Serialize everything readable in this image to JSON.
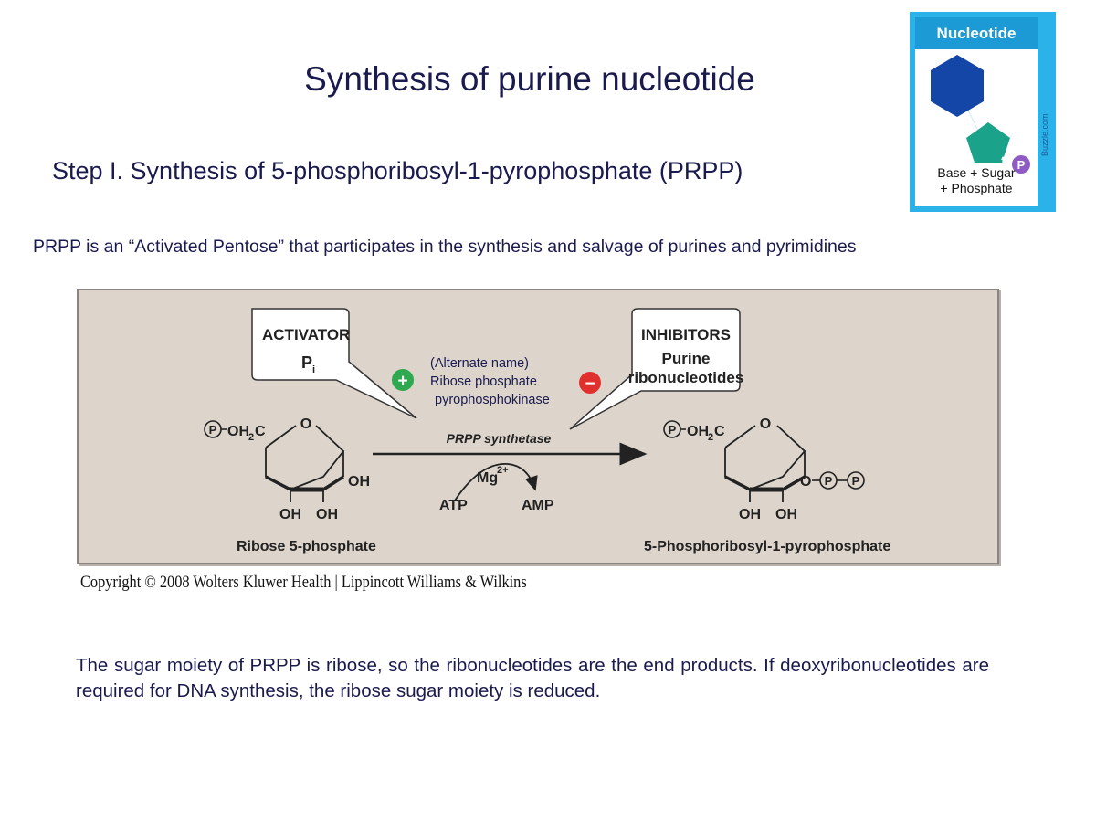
{
  "title": "Synthesis of purine nucleotide",
  "step_heading": "Step I. Synthesis of 5-phosphoribosyl-1-pyrophosphate (PRPP)",
  "intro_text": "PRPP is an “Activated Pentose” that participates in the synthesis and salvage of purines and pyrimidines",
  "nucleotide_card": {
    "title": "Nucleotide",
    "phosphate_symbol": "P",
    "caption_line1": "Base + Sugar",
    "caption_line2": "+ Phosphate",
    "watermark": "Buzzle.com",
    "colors": {
      "frame": "#2bb3e9",
      "base": "#1446a8",
      "sugar": "#1aa38a",
      "phosphate": "#8e5bc4"
    }
  },
  "diagram": {
    "activator_label": "ACTIVATOR",
    "activator_value": "P",
    "activator_subscript": "i",
    "inhibitors_label": "INHIBITORS",
    "inhibitors_value_line1": "Purine",
    "inhibitors_value_line2": "ribonucleotides",
    "plus_symbol": "+",
    "minus_symbol": "−",
    "alt_name_line1": "(Alternate name)",
    "alt_name_line2": "Ribose phosphate",
    "alt_name_line3": "pyrophosphokinase",
    "enzyme": "PRPP synthetase",
    "cofactor": "Mg",
    "cofactor_charge": "2+",
    "atp": "ATP",
    "amp": "AMP",
    "substrate_name": "Ribose 5-phosphate",
    "product_name": "5-Phosphoribosyl-1-pyrophosphate",
    "phosphate_symbol": "P",
    "ch2_group": "OH",
    "ch2_subscript": "2",
    "ch2_c": "C",
    "ring_oxygen": "O",
    "hydroxyl": "OH",
    "pyrophosphate_link": "O",
    "colors": {
      "background": "#ddd5cc",
      "plus": "#2fa84f",
      "minus": "#e0302e"
    }
  },
  "copyright": "Copyright © 2008 Wolters Kluwer Health | Lippincott Williams & Wilkins",
  "bottom_text": "The sugar moiety of PRPP is ribose, so the ribonucleotides are the end products. If deoxyribonucleotides are required for DNA synthesis, the ribose sugar moiety is reduced."
}
